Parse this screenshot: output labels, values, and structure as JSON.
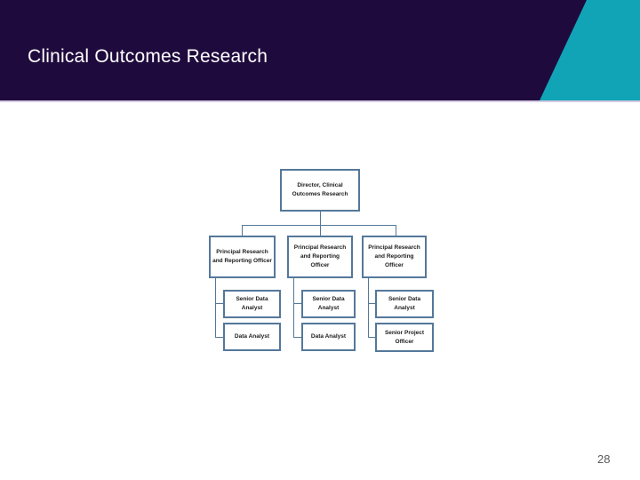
{
  "slide": {
    "title": "Clinical Outcomes Research",
    "page_number": "28"
  },
  "org_chart": {
    "root_label": "Director, Clinical Outcomes Research",
    "columns": [
      {
        "manager": "Principal Research and Reporting Officer",
        "reports": [
          "Senior Data Analyst",
          "Data Analyst"
        ]
      },
      {
        "manager": "Principal Research and Reporting Officer",
        "reports": [
          "Senior Data Analyst",
          "Data Analyst"
        ]
      },
      {
        "manager": "Principal Research and Reporting Officer",
        "reports": [
          "Senior Data Analyst",
          "Senior Project Officer"
        ]
      }
    ]
  },
  "colors": {
    "header_background": "#1f0a3d",
    "accent_teal": "#11a4b6",
    "header_underline": "#d5cae2",
    "box_border": "#54789a",
    "connector": "#54789a",
    "title_text": "#ffffff",
    "box_text": "#1b1b1b",
    "page_number_text": "#595959"
  }
}
